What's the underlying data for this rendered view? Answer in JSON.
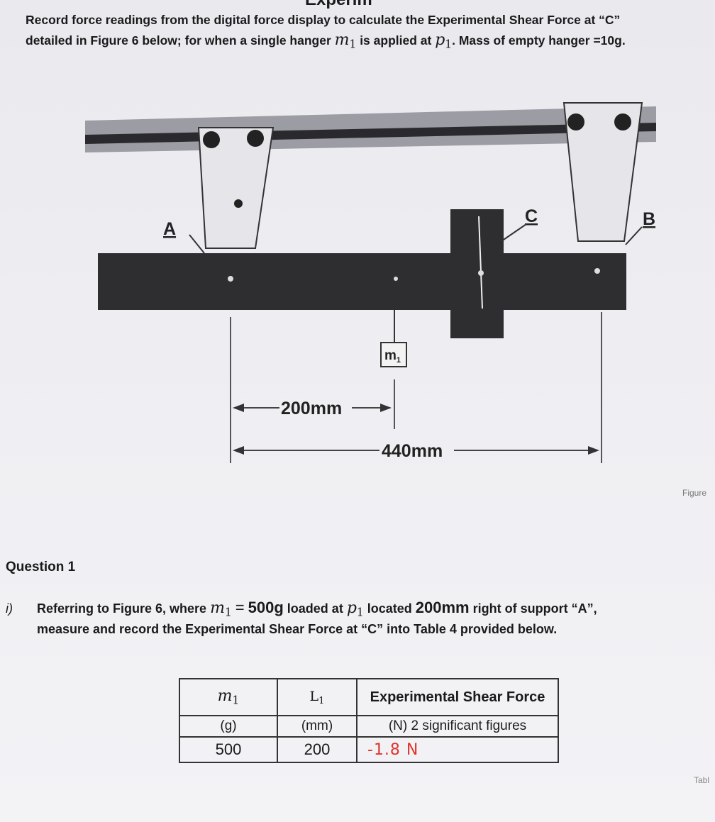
{
  "heading_fragment": "Experim",
  "intro": {
    "line1": "Record force readings from the digital force display to calculate the Experimental Shear Force at “C”",
    "line2_a": "detailed in Figure 6 below; for when a single hanger",
    "line2_var": "m",
    "line2_var_sub": "1",
    "line2_b": "is applied at",
    "line2_var2": "p",
    "line2_var2_sub": "1",
    "line2_c": ". Mass of empty hanger =10g."
  },
  "figure": {
    "label_a": "A",
    "label_b": "B",
    "label_c": "C",
    "mass_label": "m",
    "mass_sub": "1",
    "dim_200": "200mm",
    "dim_440": "440mm",
    "caption": "Figure"
  },
  "question": {
    "title": "Question 1",
    "number": "i)",
    "l1_a": "Referring to Figure 6, where",
    "l1_var": "m",
    "l1_sub": "1",
    "l1_b": "=",
    "l1_mass": "500g",
    "l1_c": "loaded at",
    "l1_var2": "p",
    "l1_sub2": "1",
    "l1_d": "located",
    "l1_dist": "200mm",
    "l1_e": "right of support “A”,",
    "line2": "measure  and record the Experimental Shear Force at “C” into Table 4 provided below."
  },
  "table": {
    "h1_var": "m",
    "h1_sub": "1",
    "h2_var": "L",
    "h2_sub": "1",
    "h3": "Experimental Shear Force",
    "u1": "(g)",
    "u2": "(mm)",
    "u3": "(N) 2 significant figures",
    "v1": "500",
    "v2": "200",
    "v3": "-1.8 N",
    "caption": "Tabl"
  }
}
